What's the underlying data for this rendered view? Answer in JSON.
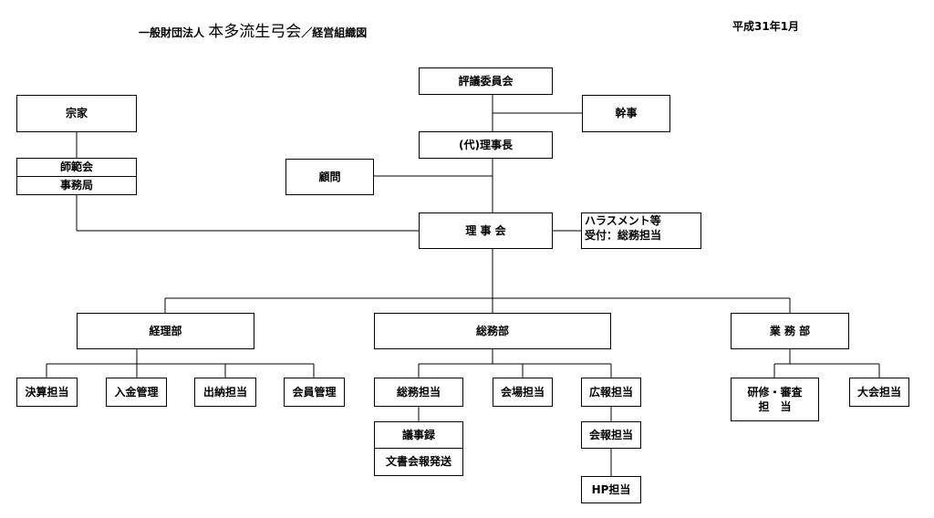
{
  "header": {
    "org_prefix": "一般財団法人",
    "org_name": "本多流生弓会",
    "doc_title": "／経営組織図",
    "date": "平成31年1月"
  },
  "nodes": {
    "hyogi": "評議委員会",
    "kanji": "幹事",
    "rijicho": "(代)理事長",
    "komon": "顧問",
    "rijikai": "理 事 会",
    "harassment_1": "ハラスメント等",
    "harassment_2": "受付：総務担当",
    "soke": "宗家",
    "shihankai": "師範会",
    "jimukyoku": "事務局",
    "keiribu": "経理部",
    "somubu": "総務部",
    "gyomubu": "業 務 部",
    "kessan": "決算担当",
    "nyukin": "入金管理",
    "suito": "出納担当",
    "kaiin": "会員管理",
    "somu_tanto": "総務担当",
    "kaijo": "会場担当",
    "koho": "広報担当",
    "gijiroku": "議事録",
    "bunsho": "文書会報発送",
    "kaiho": "会報担当",
    "hp": "HP担当",
    "kenshu_1": "研修・審査",
    "kenshu_2": "担　当",
    "taikai": "大会担当"
  }
}
